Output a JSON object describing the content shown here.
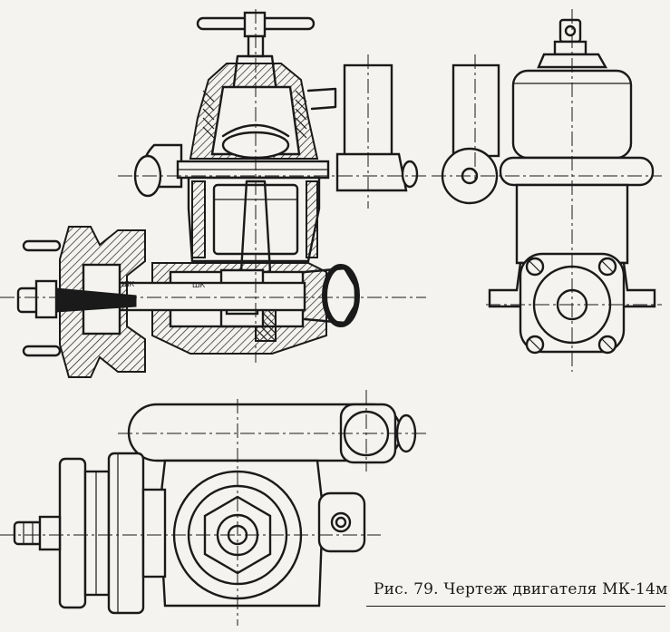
{
  "caption": "Рис. 79. Чертеж двигателя МК-14м",
  "labels": {
    "crank_left": "ШК",
    "crank_right": "ШК"
  },
  "colors": {
    "ink": "#1a1a1a",
    "paper": "#f4f3ef"
  }
}
